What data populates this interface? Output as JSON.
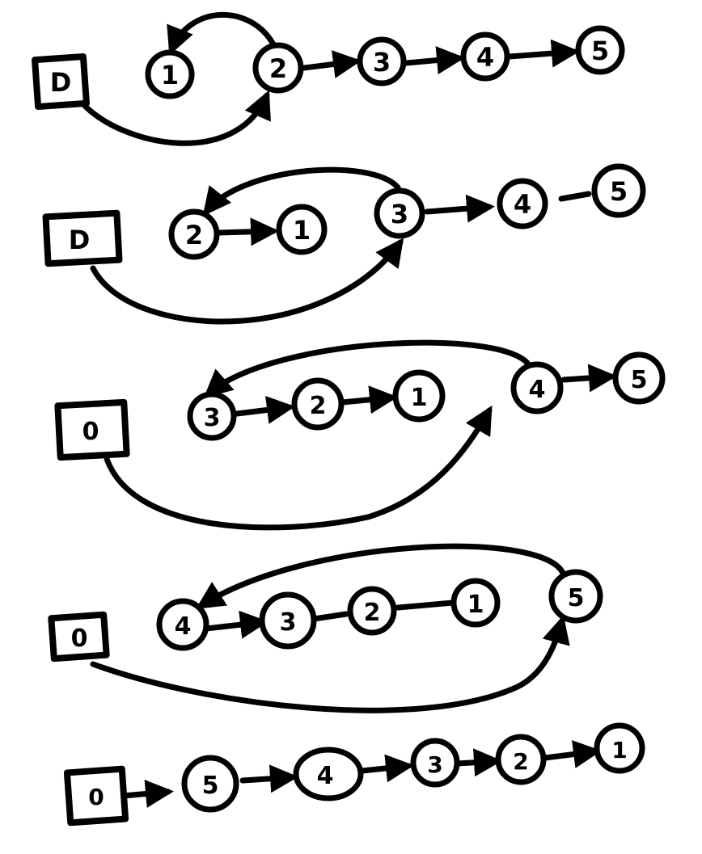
{
  "diagram": {
    "rows": [
      {
        "head": "D",
        "nodes": [
          "1",
          "2",
          "3",
          "4",
          "5"
        ]
      },
      {
        "head": "D",
        "nodes": [
          "2",
          "1",
          "3",
          "4",
          "5"
        ]
      },
      {
        "head": "0",
        "nodes": [
          "3",
          "2",
          "1",
          "4",
          "5"
        ]
      },
      {
        "head": "0",
        "nodes": [
          "4",
          "3",
          "2",
          "1",
          "5"
        ]
      },
      {
        "head": "0",
        "nodes": [
          "5",
          "4",
          "3",
          "2",
          "1"
        ]
      }
    ]
  }
}
